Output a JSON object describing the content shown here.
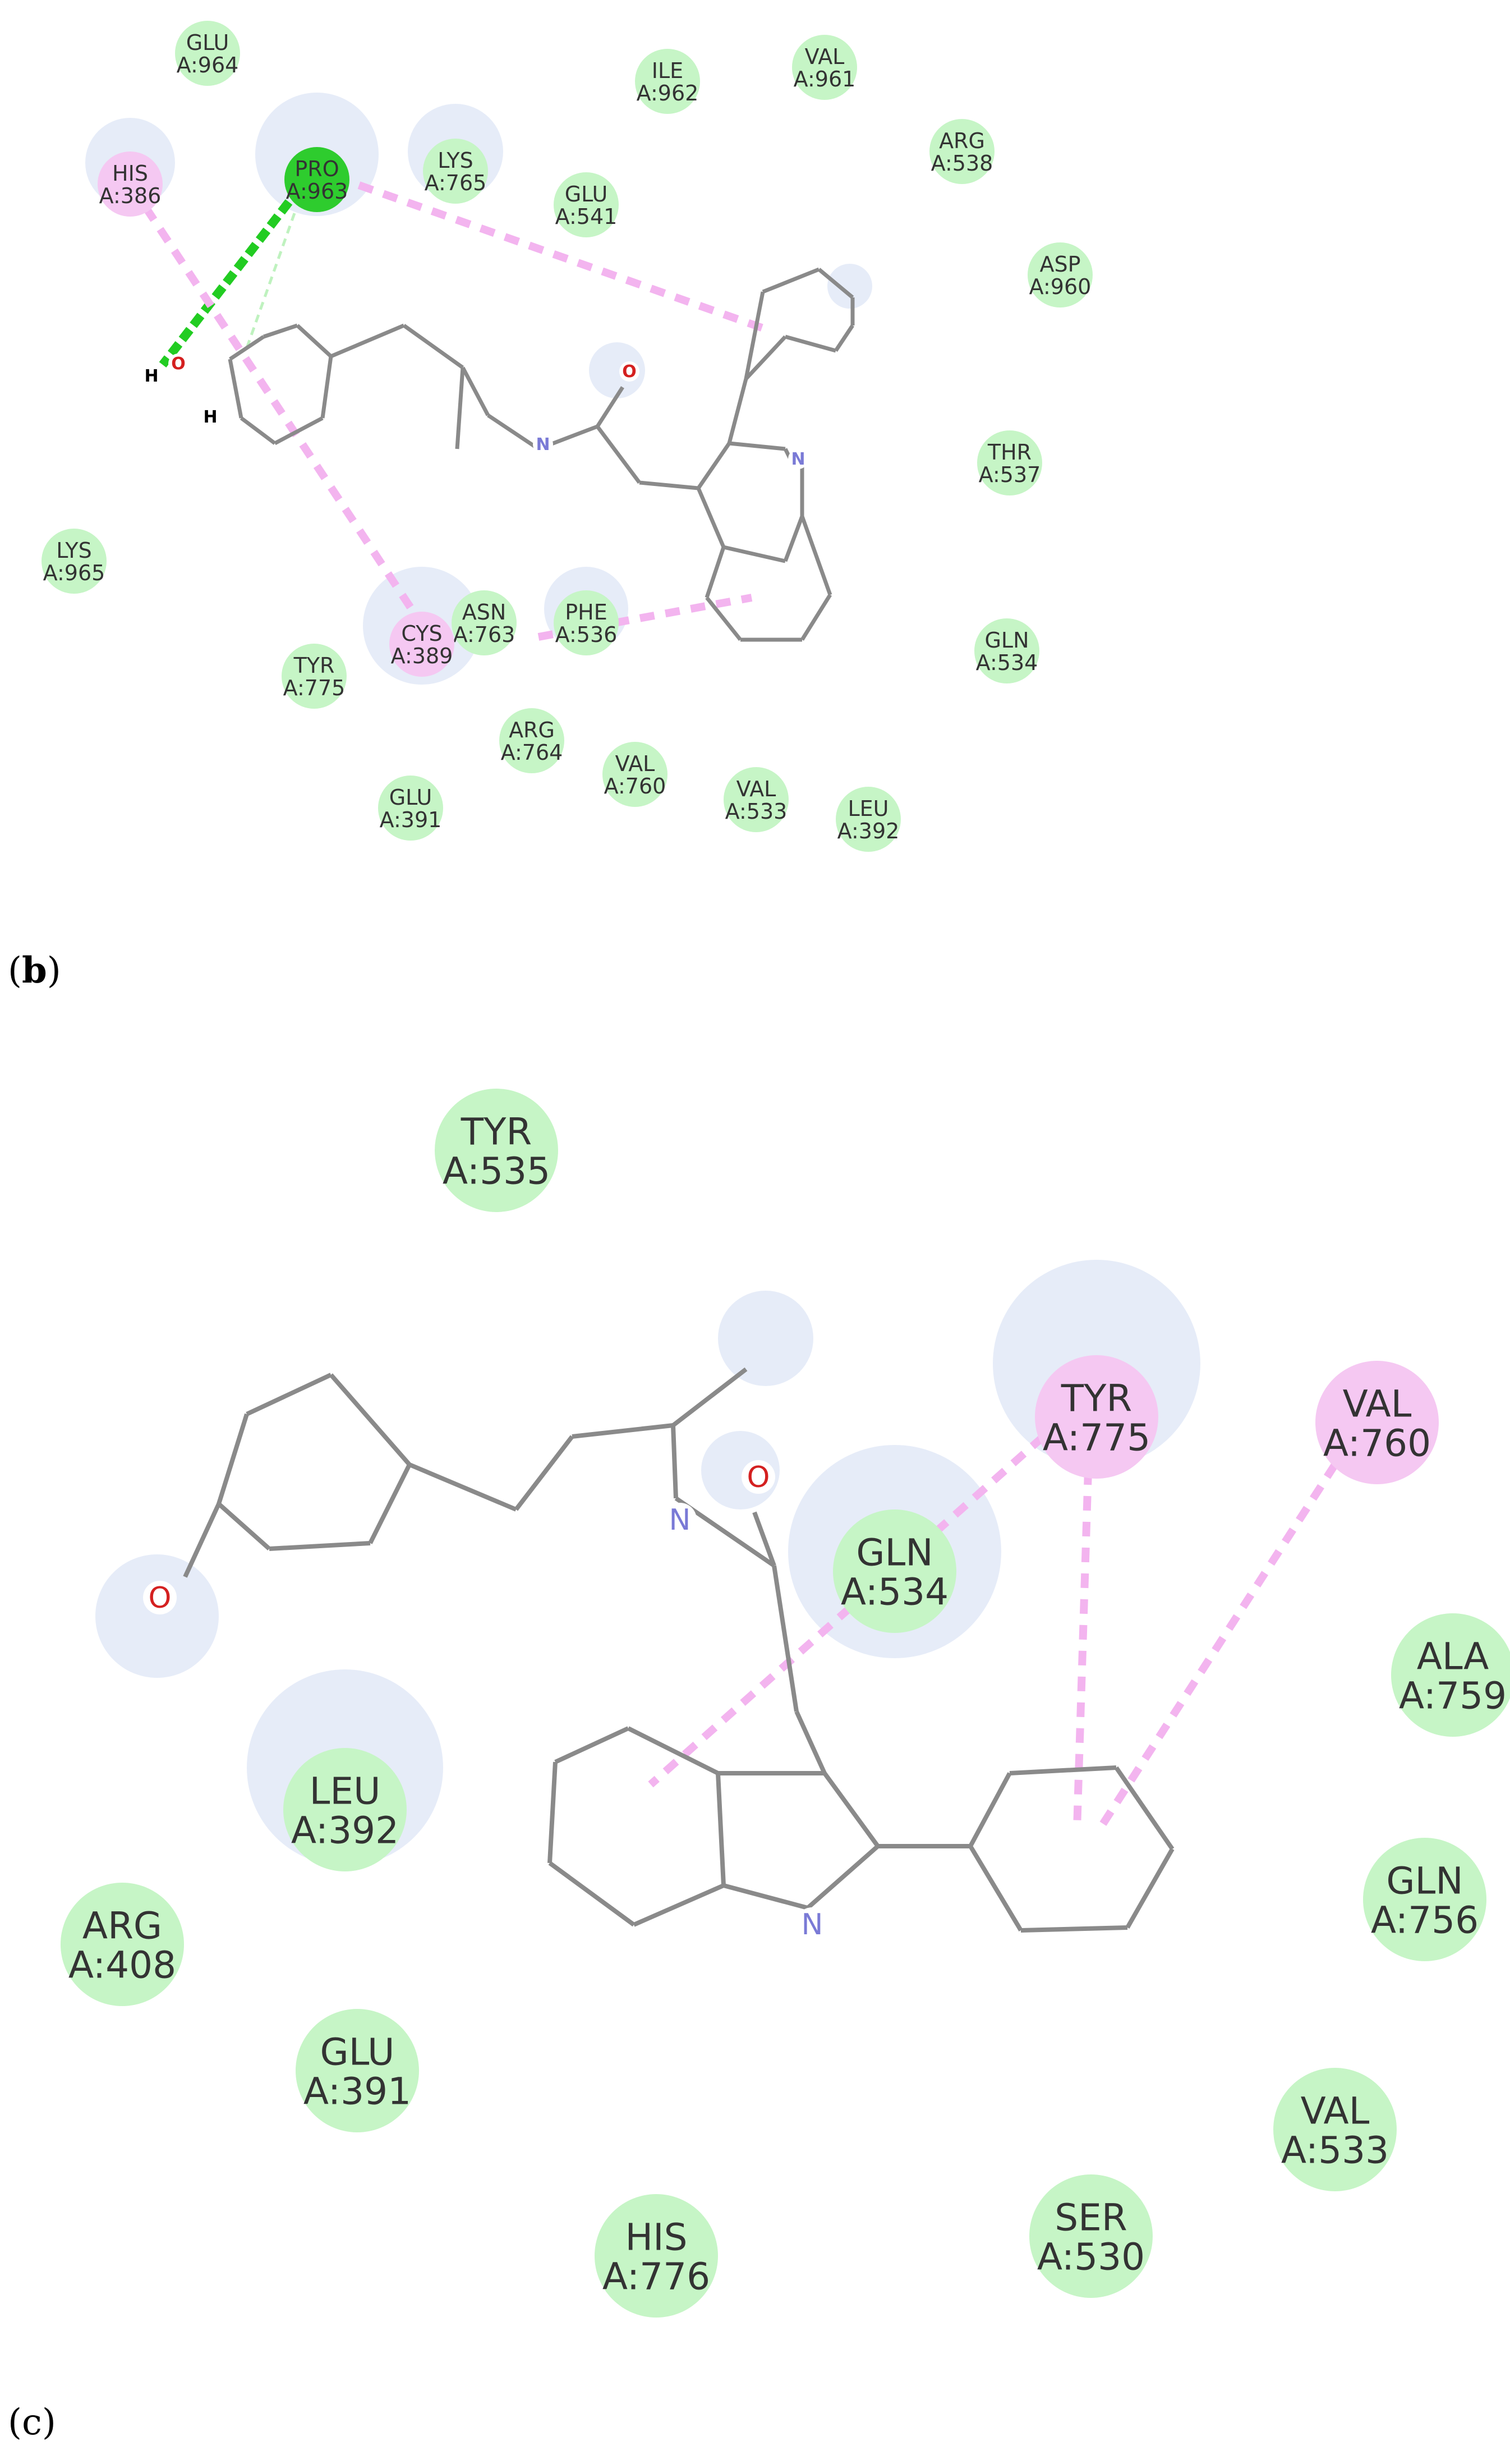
{
  "panels": [
    {
      "id": "b-top",
      "residues": [
        {
          "name": "GLU",
          "id": "A:964",
          "kind": "vdw"
        },
        {
          "name": "ILE",
          "id": "A:962",
          "kind": "vdw"
        },
        {
          "name": "VAL",
          "id": "A:961",
          "kind": "vdw"
        },
        {
          "name": "ARG",
          "id": "A:538",
          "kind": "vdw"
        },
        {
          "name": "HIS",
          "id": "A:386",
          "kind": "alkyl"
        },
        {
          "name": "PRO",
          "id": "A:963",
          "kind": "hbond"
        },
        {
          "name": "LYS",
          "id": "A:765",
          "kind": "vdw"
        },
        {
          "name": "GLU",
          "id": "A:541",
          "kind": "vdw"
        },
        {
          "name": "ASP",
          "id": "A:960",
          "kind": "vdw"
        },
        {
          "name": "THR",
          "id": "A:537",
          "kind": "vdw"
        },
        {
          "name": "LYS",
          "id": "A:965",
          "kind": "vdw"
        },
        {
          "name": "ASN",
          "id": "A:763",
          "kind": "vdw"
        },
        {
          "name": "PHE",
          "id": "A:536",
          "kind": "vdw"
        },
        {
          "name": "CYS",
          "id": "A:389",
          "kind": "alkyl"
        },
        {
          "name": "GLN",
          "id": "A:534",
          "kind": "vdw"
        },
        {
          "name": "TYR",
          "id": "A:775",
          "kind": "vdw"
        },
        {
          "name": "ARG",
          "id": "A:764",
          "kind": "vdw"
        },
        {
          "name": "VAL",
          "id": "A:760",
          "kind": "vdw"
        },
        {
          "name": "VAL",
          "id": "A:533",
          "kind": "vdw"
        },
        {
          "name": "LEU",
          "id": "A:392",
          "kind": "vdw"
        },
        {
          "name": "GLU",
          "id": "A:391",
          "kind": "vdw"
        }
      ],
      "atoms": [
        "H",
        "O",
        "H",
        "N",
        "O",
        "N"
      ]
    },
    {
      "id": "c",
      "residues": [
        {
          "name": "TYR",
          "id": "A:535",
          "kind": "vdw"
        },
        {
          "name": "TYR",
          "id": "A:775",
          "kind": "alkyl"
        },
        {
          "name": "VAL",
          "id": "A:760",
          "kind": "alkyl"
        },
        {
          "name": "GLN",
          "id": "A:534",
          "kind": "vdw"
        },
        {
          "name": "ALA",
          "id": "A:759",
          "kind": "vdw"
        },
        {
          "name": "LEU",
          "id": "A:392",
          "kind": "vdw"
        },
        {
          "name": "GLN",
          "id": "A:756",
          "kind": "vdw"
        },
        {
          "name": "ARG",
          "id": "A:408",
          "kind": "vdw"
        },
        {
          "name": "GLU",
          "id": "A:391",
          "kind": "vdw"
        },
        {
          "name": "VAL",
          "id": "A:533",
          "kind": "vdw"
        },
        {
          "name": "SER",
          "id": "A:530",
          "kind": "vdw"
        },
        {
          "name": "HIS",
          "id": "A:776",
          "kind": "vdw"
        }
      ],
      "atoms": [
        "O",
        "N",
        "O",
        "N"
      ]
    }
  ],
  "labels": {
    "b": "b",
    "c": "c"
  },
  "colors": {
    "vdw": "#c6f5c6",
    "alkyl": "#f5c8f2",
    "hbond": "#2ecc2e",
    "bond": "#8a8a8a",
    "nitrogen": "#7a7ad6",
    "oxygen": "#d42020",
    "alkyl_line": "#f3b4ef",
    "hbond_line": "#22cc22",
    "halo": "#e6ecf8"
  }
}
